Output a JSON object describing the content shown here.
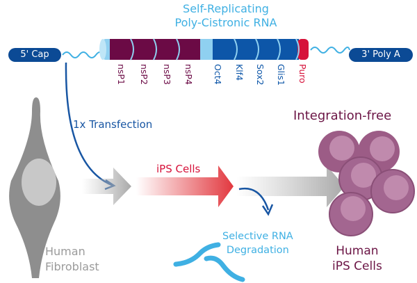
{
  "title": {
    "line1": "Self-Replicating",
    "line2": "Poly-Cistronic RNA"
  },
  "caps": {
    "five_prime": "5' Cap",
    "three_prime": "3' Poly A"
  },
  "segments": [
    {
      "label": "nsP1",
      "group": "replicase",
      "color": "#6b0a45"
    },
    {
      "label": "nsP2",
      "group": "replicase",
      "color": "#6b0a45"
    },
    {
      "label": "nsP3",
      "group": "replicase",
      "color": "#6b0a45"
    },
    {
      "label": "nsP4",
      "group": "replicase",
      "color": "#6b0a45"
    },
    {
      "label": "Oct4",
      "group": "reprogramming",
      "color": "#0d56a8"
    },
    {
      "label": "Klf4",
      "group": "reprogramming",
      "color": "#0d56a8"
    },
    {
      "label": "Sox2",
      "group": "reprogramming",
      "color": "#0d56a8"
    },
    {
      "label": "Glis1",
      "group": "reprogramming",
      "color": "#0d56a8"
    },
    {
      "label": "Puro",
      "group": "selection",
      "color": "#d6123a"
    }
  ],
  "steps": {
    "transfection": "1x Transfection",
    "ips_cells": "iPS Cells",
    "integration_free": "Integration-free",
    "selective_line1": "Selective RNA",
    "selective_line2": "Degradation"
  },
  "source": {
    "line1": "Human",
    "line2": "Fibroblast"
  },
  "result": {
    "line1": "Human",
    "line2": "iPS Cells"
  },
  "colors": {
    "light_blue": "#3fb0e3",
    "dark_blue": "#0b4a95",
    "maroon": "#6b0a45",
    "red": "#d6123a",
    "gray": "#9b9b9b",
    "cell_purple": "#a0678e"
  }
}
